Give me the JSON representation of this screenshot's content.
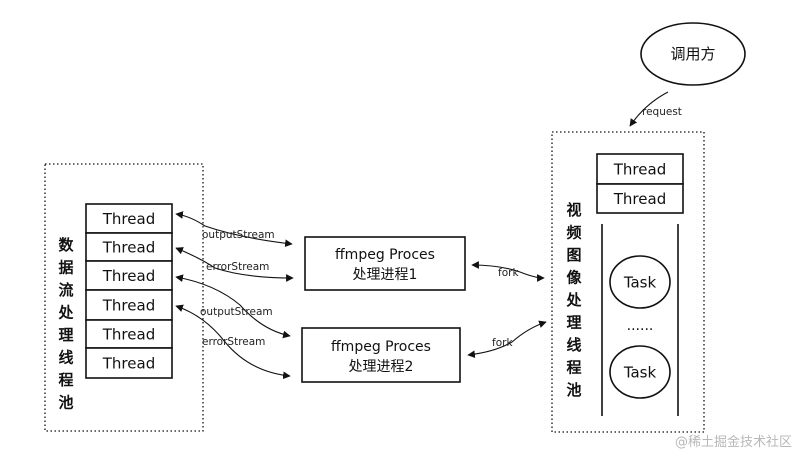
{
  "caller": {
    "label": "调用方"
  },
  "request_label": "request",
  "data_pool": {
    "title": "数据流处理线程池",
    "threads": [
      "Thread",
      "Thread",
      "Thread",
      "Thread",
      "Thread",
      "Thread"
    ]
  },
  "video_pool": {
    "title": "视频图像处理线程池",
    "threads": [
      "Thread",
      "Thread"
    ],
    "tasks": [
      "Task",
      "Task"
    ],
    "ellipsis": "......"
  },
  "processes": [
    {
      "title": "ffmpeg Proces",
      "subtitle": "处理进程1"
    },
    {
      "title": "ffmpeg Proces",
      "subtitle": "处理进程2"
    }
  ],
  "edges": {
    "output_stream_1": "outputStream",
    "error_stream_1": "errorStream",
    "output_stream_2": "outputStream",
    "error_stream_2": "errorStream",
    "fork_1": "fork",
    "fork_2": "fork"
  },
  "watermark": "@稀土掘金技术社区"
}
